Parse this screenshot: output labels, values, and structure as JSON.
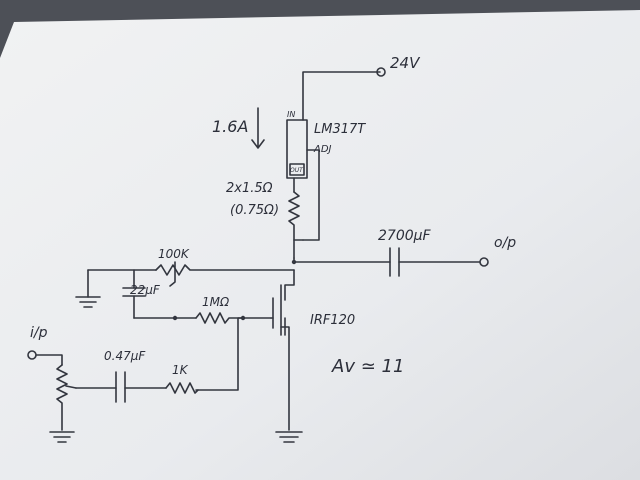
{
  "labels": {
    "supply": "24V",
    "current": "1.6A",
    "regulator": "LM317T",
    "pin_in": "IN",
    "pin_adj": "ADJ",
    "pin_out": "OUT",
    "r_sense": "2x1.5Ω",
    "r_sense_eq": "(0.75Ω)",
    "r_bias": "100K",
    "c_bias": "22μF",
    "r_gate": "1MΩ",
    "mosfet": "IRF120",
    "c_out": "2700μF",
    "output": "o/p",
    "input": "i/p",
    "c_in": "0.47μF",
    "r_in": "1K",
    "gain": "Av ≃ 11"
  },
  "colors": {
    "background": "#4d5057",
    "paper": "#eceef0",
    "ink": "#33363f"
  }
}
